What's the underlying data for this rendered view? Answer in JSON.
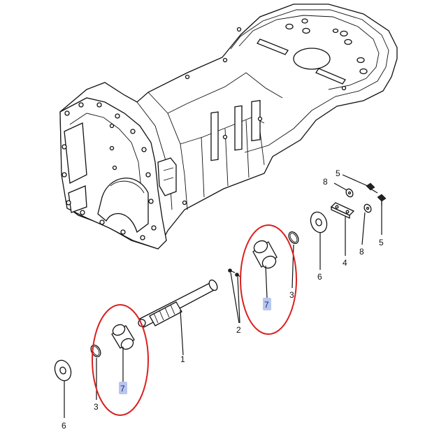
{
  "callouts": [
    {
      "id": "c1",
      "text": "1"
    },
    {
      "id": "c2",
      "text": "2"
    },
    {
      "id": "c3a",
      "text": "3"
    },
    {
      "id": "c3b",
      "text": "3"
    },
    {
      "id": "c4",
      "text": "4"
    },
    {
      "id": "c5a",
      "text": "5"
    },
    {
      "id": "c5b",
      "text": "5"
    },
    {
      "id": "c6a",
      "text": "6"
    },
    {
      "id": "c6b",
      "text": "6"
    },
    {
      "id": "c7a",
      "text": "7"
    },
    {
      "id": "c7b",
      "text": "7"
    },
    {
      "id": "c8a",
      "text": "8"
    },
    {
      "id": "c8b",
      "text": "8"
    }
  ],
  "colors": {
    "highlight_ring": "#d9201f",
    "label_highlight_bg": "#b9c6ee",
    "line": "#111111"
  },
  "highlighted_parts": [
    "7"
  ]
}
